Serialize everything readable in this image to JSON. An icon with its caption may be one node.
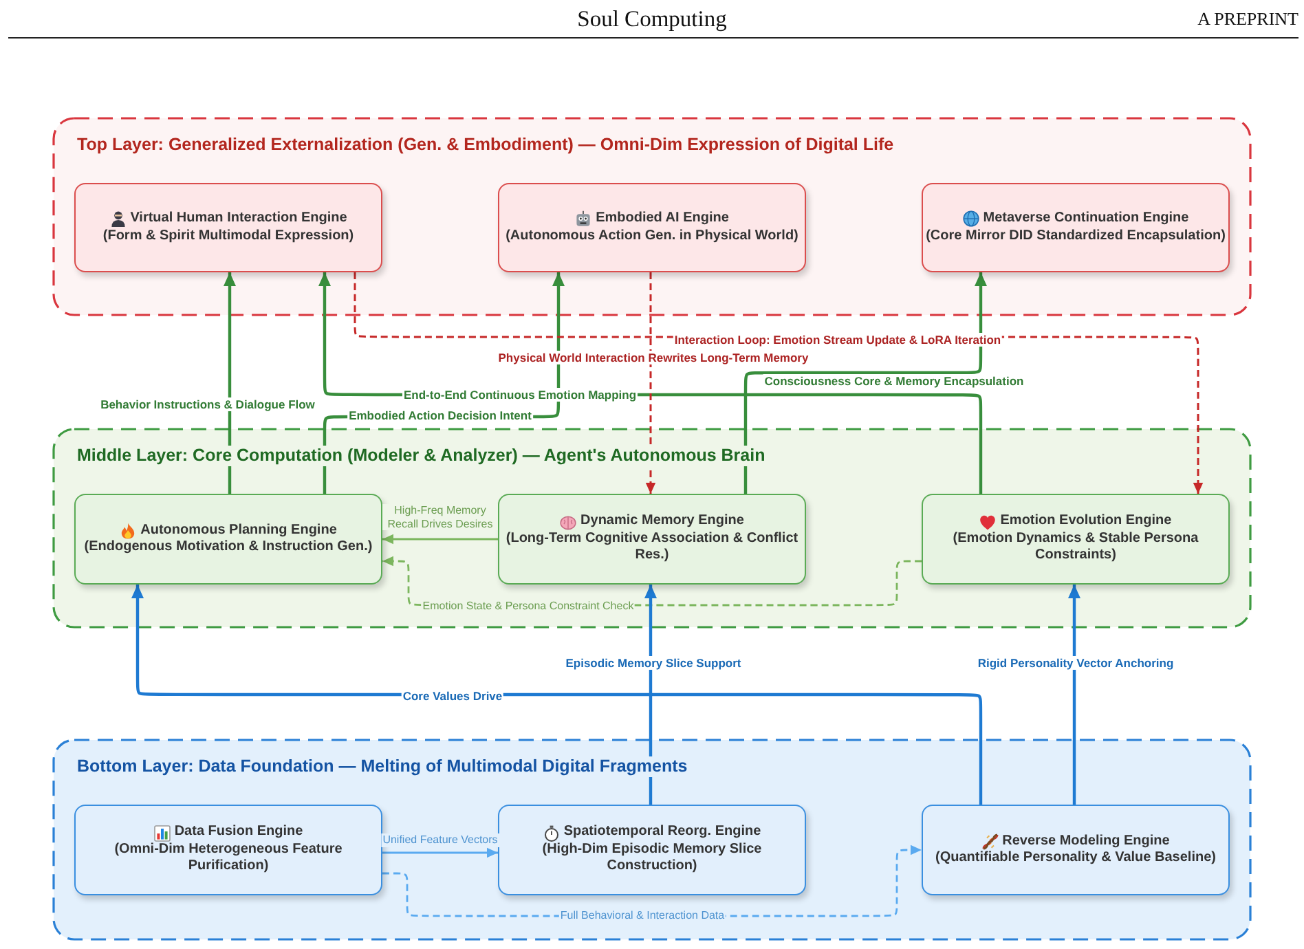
{
  "diagram": {
    "nodes": [
      {
        "text": [
          "Top Layer: Generalized Externalization (Gen. & Embodiment) — Omni-Dim Expression of Digital Life"
        ]
      },
      {
        "text": [
          "Virtual Human Interaction Engine",
          "(Form & Spirit Multimodal Expression)"
        ],
        "in": 0
      },
      {
        "text": [
          "Embodied AI Engine",
          "(Autonomous Action Gen. in Physical World)"
        ],
        "in": 0
      },
      {
        "text": [
          "Metaverse Continuation Engine",
          "(Core Mirror DID Standardized Encapsulation)"
        ],
        "in": 0
      },
      {
        "text": [
          "Middle Layer: Core Computation (Modeler & Analyzer) — Agent's Autonomous Brain"
        ]
      },
      {
        "text": [
          "Autonomous Planning Engine",
          "(Endogenous Motivation & Instruction Gen.)"
        ],
        "in": 4
      },
      {
        "text": [
          "Dynamic Memory Engine",
          "(Long-Term Cognitive Association & Conflict Res.)"
        ],
        "in": 4
      },
      {
        "text": [
          "Emotion Evolution Engine",
          "(Emotion Dynamics & Stable Persona Constraints)"
        ],
        "in": 4
      },
      {
        "text": [
          "Bottom Layer: Data Foundation — Melting of Multimodal Digital Fragments"
        ]
      },
      {
        "text": [
          "Data Fusion Engine",
          "(Omni-Dim Heterogeneous Feature Purification)"
        ],
        "in": 8
      },
      {
        "text": [
          "Spatiotemporal Reorg. Engine",
          "(High-Dim Episodic Memory Slice Construction)"
        ],
        "in": 8
      },
      {
        "text": [
          "Reverse Modeling Engine",
          "(Quantifiable Personality & Value Baseline)"
        ],
        "in": 8
      }
    ],
    "edges": [
      {
        "from": 5,
        "to": 1,
        "arrow": "to",
        "label": "Behavior Instructions & Dialogue Flow"
      },
      {
        "from": 5,
        "to": 2,
        "arrow": "to",
        "label": "Embodied Action Decision Intent"
      },
      {
        "from": 7,
        "to": 1,
        "arrow": "to",
        "label": "End-to-End Continuous Emotion Mapping"
      },
      {
        "from": 6,
        "to": 3,
        "arrow": "to",
        "label": "Consciousness Core & Memory Encapsulation"
      },
      {
        "from": 1,
        "to": 7,
        "arrow": "to",
        "label": "Interaction Loop: Emotion Stream Update & LoRA Iteration",
        "style": "dashed",
        "color": "#c62828"
      },
      {
        "from": 2,
        "to": 6,
        "arrow": "to",
        "label": "Physical World Interaction Rewrites Long-Term Memory",
        "style": "dashed",
        "color": "#c62828"
      },
      {
        "from": 6,
        "to": 5,
        "arrow": "to",
        "label": "High-Freq Memory Recall Drives Desires",
        "color": "#7cb65e"
      },
      {
        "from": 7,
        "to": 5,
        "arrow": "to",
        "label": "Emotion State & Persona Constraint Check",
        "style": "dashed",
        "color": "#7cb65e"
      },
      {
        "from": 11,
        "to": 5,
        "arrow": "to",
        "label": "Core Values Drive",
        "color": "#1e7ad2"
      },
      {
        "from": 10,
        "to": 6,
        "arrow": "to",
        "label": "Episodic Memory Slice Support",
        "color": "#1e7ad2"
      },
      {
        "from": 11,
        "to": 7,
        "arrow": "to",
        "label": "Rigid Personality Vector Anchoring",
        "color": "#1e7ad2"
      },
      {
        "from": 9,
        "to": 10,
        "arrow": "to",
        "label": "Unified Feature Vectors",
        "color": "#5aaaf0"
      },
      {
        "from": 9,
        "to": 11,
        "arrow": "to",
        "label": "Full Behavioral & Interaction Data",
        "style": "dashed",
        "color": "#5aaaf0"
      }
    ],
    "labels": [
      "Soul Computing",
      "A PREPRINT"
    ]
  }
}
